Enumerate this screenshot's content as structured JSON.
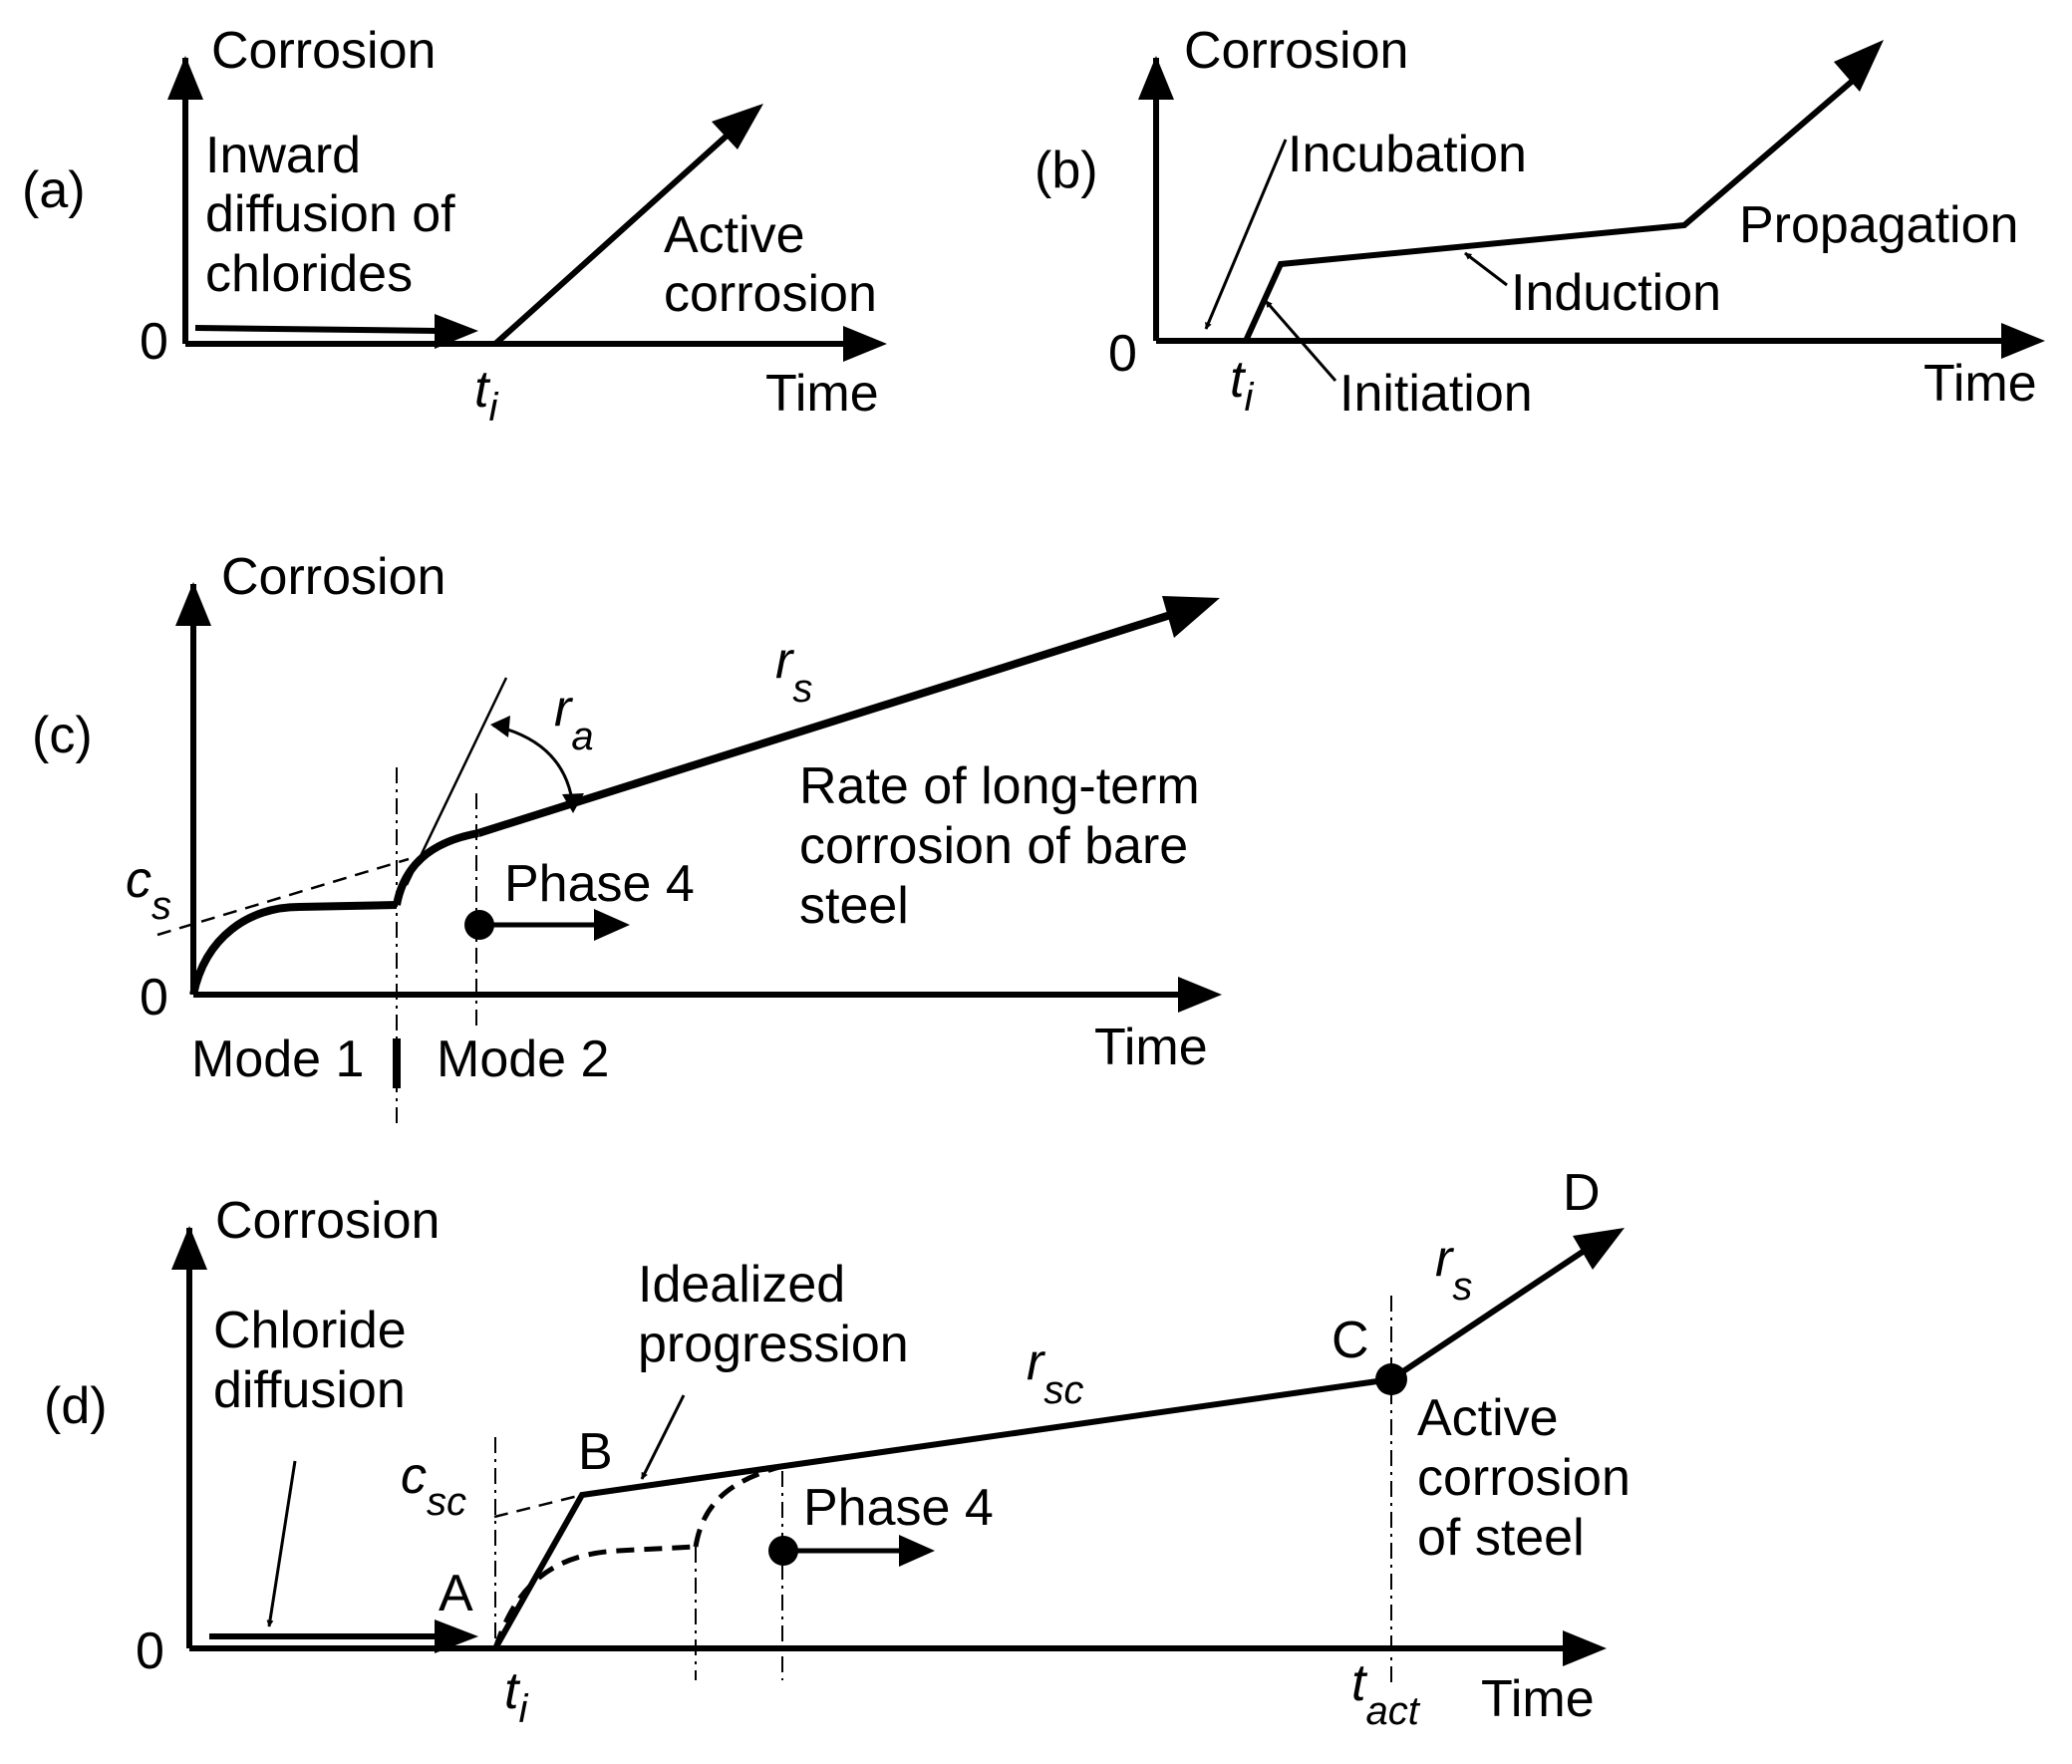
{
  "panel_a": {
    "tag": "(a)",
    "y_axis": "Corrosion",
    "x_axis": "Time",
    "zero": "0",
    "diffusion_label": [
      "Inward",
      "diffusion of",
      "chlorides"
    ],
    "active_label": [
      "Active",
      "corrosion"
    ],
    "ti_main": "t",
    "ti_sub": "i"
  },
  "panel_b": {
    "tag": "(b)",
    "y_axis": "Corrosion",
    "x_axis": "Time",
    "zero": "0",
    "incubation": "Incubation",
    "initiation": "Initiation",
    "induction": "Induction",
    "propagation": "Propagation",
    "ti_main": "t",
    "ti_sub": "i"
  },
  "panel_c": {
    "tag": "(c)",
    "y_axis": "Corrosion",
    "x_axis": "Time",
    "zero": "0",
    "cs_main": "c",
    "cs_sub": "s",
    "ra_main": "r",
    "ra_sub": "a",
    "rs_main": "r",
    "rs_sub": "s",
    "phase4": "Phase 4",
    "mode1": "Mode 1",
    "mode2": "Mode 2",
    "rate_label": [
      "Rate of long-term",
      "corrosion of bare",
      "steel"
    ]
  },
  "panel_d": {
    "tag": "(d)",
    "y_axis": "Corrosion",
    "x_axis": "Time",
    "zero": "0",
    "chloride_label": [
      "Chloride",
      "diffusion"
    ],
    "idealized_label": [
      "Idealized",
      "progression"
    ],
    "csc_main": "c",
    "csc_sub": "sc",
    "rsc_main": "r",
    "rsc_sub": "sc",
    "rs_main": "r",
    "rs_sub": "s",
    "point_a": "A",
    "point_b": "B",
    "point_c": "C",
    "point_d": "D",
    "phase4": "Phase 4",
    "active_label": [
      "Active",
      "corrosion",
      "of steel"
    ],
    "ti_main": "t",
    "ti_sub": "i",
    "tact_main": "t",
    "tact_sub": "act"
  }
}
